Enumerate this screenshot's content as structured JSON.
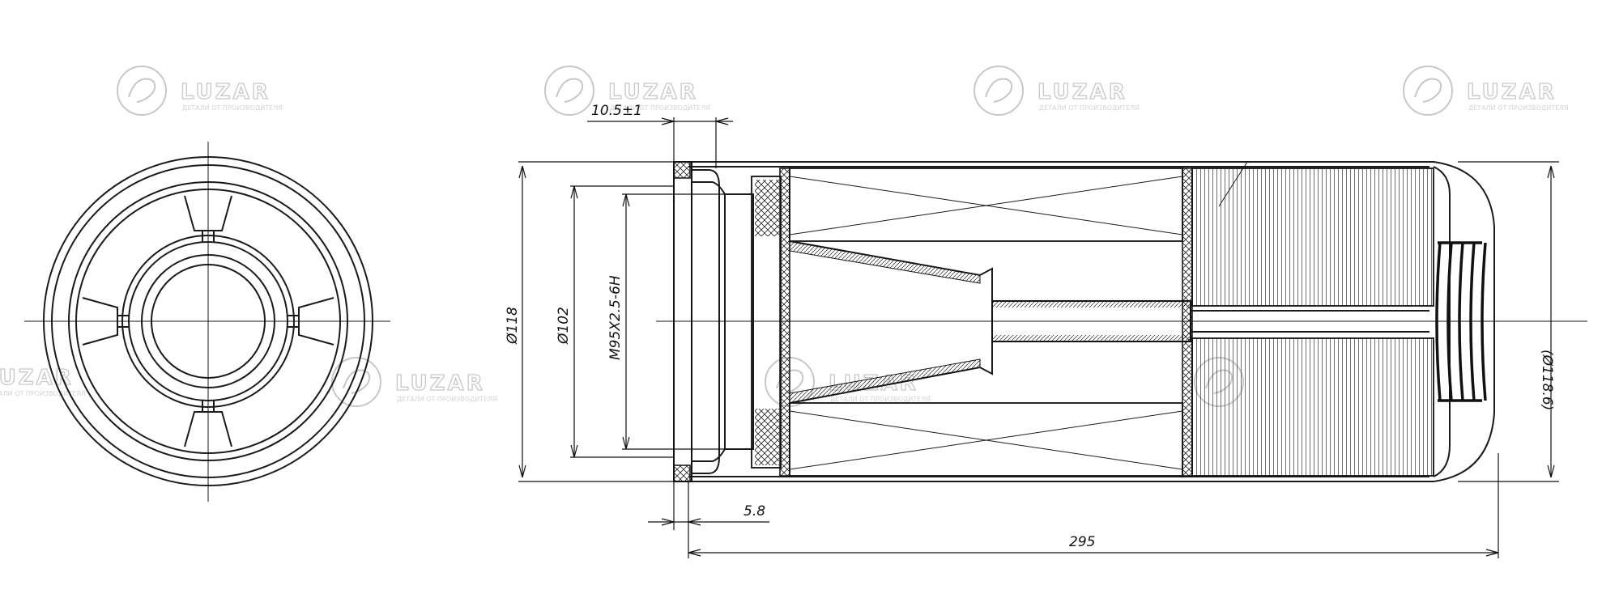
{
  "watermark": {
    "brand": "LUZAR",
    "tagline": "ДЕТАЛИ ОТ ПРОИЗВОДИТЕЛЯ"
  },
  "dimensions": {
    "gasket_width": "10.5±1",
    "outer_diameter": "Ø118",
    "gasket_diameter": "Ø102",
    "thread": "M95X2.5-6H",
    "flange_offset": "5.8",
    "length": "295",
    "body_diameter": "(Ø118.6)"
  }
}
